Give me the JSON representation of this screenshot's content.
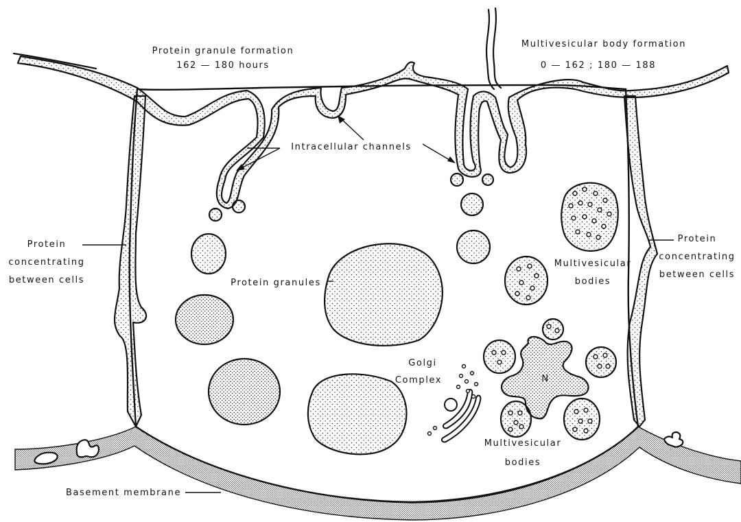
{
  "labels": {
    "protein_granule_formation": "Protein granule formation",
    "protein_granule_hours": "162 — 180 hours",
    "multivesicular_formation": "Multivesicular body formation",
    "multivesicular_hours": "0 — 162 ; 180 — 188",
    "intracellular_channels": "Intracellular channels",
    "protein_concentrating_left": [
      "Protein",
      "concentrating",
      "between cells"
    ],
    "protein_concentrating_right": [
      "Protein",
      "concentrating",
      "between cells"
    ],
    "protein_granules": "Protein granules",
    "multivesicular_bodies_upper": [
      "Multivesicular",
      "bodies"
    ],
    "golgi_complex": [
      "Golgi",
      "Complex"
    ],
    "multivesicular_bodies_lower": [
      "Multivesicular",
      "bodies"
    ],
    "nucleus": "N",
    "basement_membrane": "Basement membrane"
  }
}
